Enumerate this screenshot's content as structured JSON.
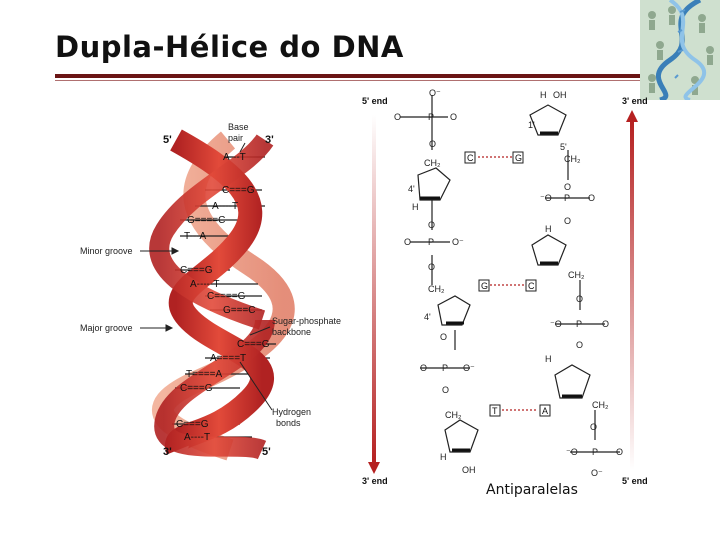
{
  "title": "Dupla-Hélice do DNA",
  "caption": "Antiparalelas",
  "helix": {
    "top_left": "5'",
    "top_right": "3'",
    "bottom_left": "3'",
    "bottom_right": "5'",
    "base_pair_label_1": "Base",
    "base_pair_label_2": "pair",
    "minor_groove": "Minor groove",
    "major_groove": "Major groove",
    "sugar_phosphate_1": "Sugar-phosphate",
    "sugar_phosphate_2": "backbone",
    "hydrogen_1": "Hydrogen",
    "hydrogen_2": "bonds",
    "pairs": [
      "A---T",
      "C===G",
      "A----T",
      "G====C",
      "T---A",
      "C===G",
      "A-----T",
      "C====G",
      "G===C",
      "C===G",
      "A====T",
      "T====A",
      "C===G",
      "C===G",
      "A----T"
    ]
  },
  "strands": {
    "left_top": "5' end",
    "left_bottom": "3' end",
    "right_top": "3' end",
    "right_bottom": "5' end",
    "base_boxes": [
      "C",
      "G",
      "G",
      "C",
      "T",
      "A"
    ]
  }
}
